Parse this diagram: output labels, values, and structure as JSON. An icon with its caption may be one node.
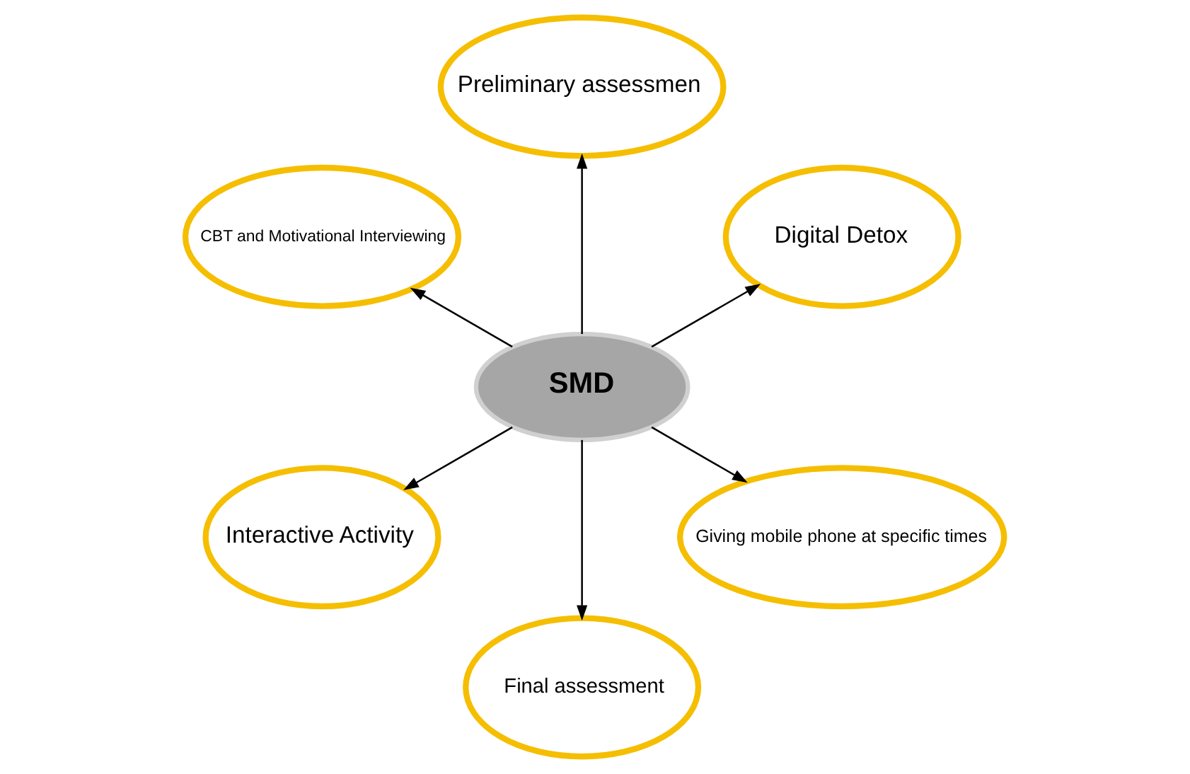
{
  "diagram": {
    "nodes": [
      {
        "text": [
          "Digital Detox"
        ]
      },
      {
        "text": [
          "Preliminary assessmen"
        ]
      },
      {
        "text": [
          "CBT and Motivational Interviewing"
        ]
      },
      {
        "text": [
          "SMD"
        ]
      },
      {
        "text": [
          "Interactive Activity"
        ]
      },
      {
        "text": [
          "Final assessment"
        ]
      },
      {
        "text": [
          "Giving mobile phone at specific times"
        ]
      }
    ],
    "edges": [
      {
        "from": 3,
        "to": 0,
        "arrow": "to"
      },
      {
        "from": 3,
        "to": 1,
        "arrow": "to"
      },
      {
        "from": 3,
        "to": 2,
        "arrow": "to"
      },
      {
        "from": 3,
        "to": 4,
        "arrow": "to"
      },
      {
        "from": 3,
        "to": 5,
        "arrow": "to"
      },
      {
        "from": 3,
        "to": 6,
        "arrow": "to"
      }
    ]
  }
}
